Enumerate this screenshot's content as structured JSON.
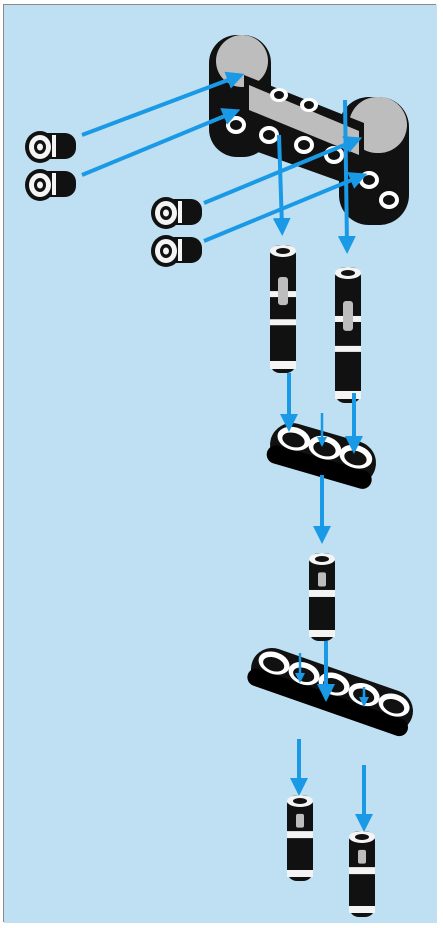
{
  "diagram": {
    "type": "lego-technic-assembly-step",
    "background_color": "#bfe0f3",
    "border_color": "#8a8a8a",
    "arrow_color": "#1a9ae6",
    "part_black": "#111111",
    "part_gray": "#bdbdbd",
    "part_white": "#f4f4f4",
    "parts": [
      {
        "name": "double-bent-beam",
        "count": 1
      },
      {
        "name": "friction-peg-short",
        "count": 4
      },
      {
        "name": "axle-pin-long",
        "count": 2
      },
      {
        "name": "beam-3-thick",
        "count": 1
      },
      {
        "name": "connector-peg",
        "count": 1
      },
      {
        "name": "beam-5-thick",
        "count": 1
      },
      {
        "name": "connector-peg",
        "count": 2
      }
    ]
  }
}
